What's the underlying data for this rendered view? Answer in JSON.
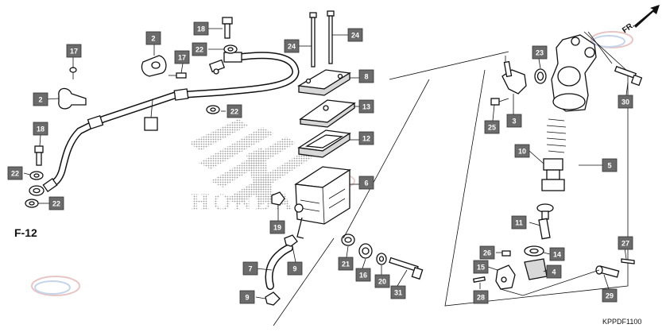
{
  "diagram": {
    "direction_label": "FR.",
    "reference_label": "F-12",
    "watermark_text": "HONDA",
    "diagram_code": "KPPDF1100",
    "colors": {
      "callout": "#6b6b6b",
      "line": "#111111",
      "watermark": "#bbbbbb"
    },
    "callouts": [
      {
        "label": "17"
      },
      {
        "label": "2"
      },
      {
        "label": "2"
      },
      {
        "label": "17"
      },
      {
        "label": "18"
      },
      {
        "label": "22"
      },
      {
        "label": "18"
      },
      {
        "label": "22"
      },
      {
        "label": "22"
      },
      {
        "label": "22"
      },
      {
        "label": "24"
      },
      {
        "label": "24"
      },
      {
        "label": "8"
      },
      {
        "label": "13"
      },
      {
        "label": "12"
      },
      {
        "label": "6"
      },
      {
        "label": "19"
      },
      {
        "label": "7"
      },
      {
        "label": "9"
      },
      {
        "label": "9"
      },
      {
        "label": "21"
      },
      {
        "label": "16"
      },
      {
        "label": "20"
      },
      {
        "label": "31"
      },
      {
        "label": "23"
      },
      {
        "label": "25"
      },
      {
        "label": "3"
      },
      {
        "label": "30"
      },
      {
        "label": "10"
      },
      {
        "label": "5"
      },
      {
        "label": "11"
      },
      {
        "label": "26"
      },
      {
        "label": "14"
      },
      {
        "label": "15"
      },
      {
        "label": "4"
      },
      {
        "label": "28"
      },
      {
        "label": "27"
      },
      {
        "label": "29"
      }
    ]
  }
}
